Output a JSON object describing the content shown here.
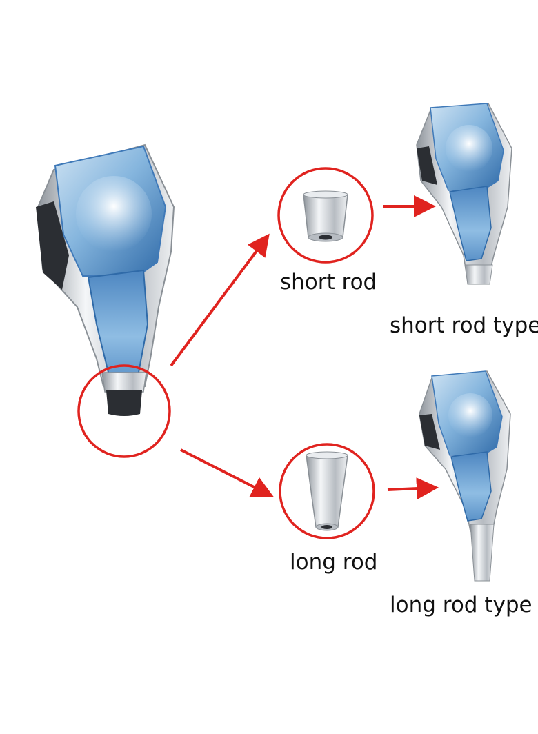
{
  "labels": {
    "short_rod": "short rod",
    "short_rod_type": "short rod type",
    "long_rod": "long rod",
    "long_rod_type": "long rod type"
  },
  "colors": {
    "circle": "#e0231f",
    "arrow": "#e0231f",
    "crystal": "#7fb3dc",
    "crystal_dark": "#3f79b8",
    "chrome": "#c9ced4",
    "rubber": "#2b2e33"
  },
  "icons": {
    "main_knob": "gear-shift-knob",
    "short_adapter": "short-rod-adapter",
    "long_adapter": "long-rod-adapter"
  }
}
